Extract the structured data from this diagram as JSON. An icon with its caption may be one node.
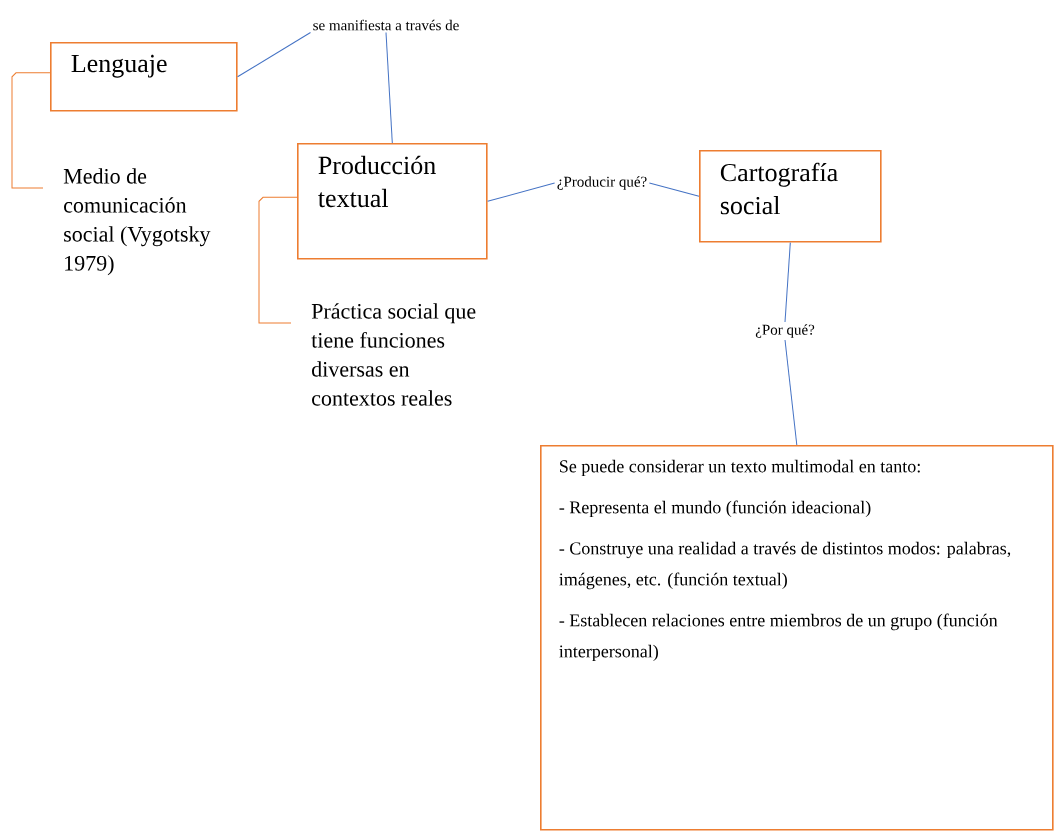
{
  "diagram": {
    "nodes": [
      {
        "text": [
          "Lenguaje"
        ]
      },
      {
        "text": [
          "se manifiesta a través de"
        ]
      },
      {
        "text": [
          "Producción textual"
        ]
      },
      {
        "text": [
          "¿Producir qué?"
        ]
      },
      {
        "text": [
          "Cartografía social"
        ]
      },
      {
        "text": [
          "¿Por qué?"
        ]
      },
      {
        "text": [
          "Se puede considerar un texto multimodal en tanto:",
          "- Representa el mundo (función ideacional)",
          "- Construye una realidad a través de distintos modos: palabras, imágenes, etc. (función textual)",
          "- Establecen relaciones entre miembros de un grupo (función interpersonal)"
        ]
      },
      {
        "text": [
          "Medio de comunicación social (Vygotsky 1979)"
        ]
      },
      {
        "text": [
          "Práctica social que tiene funciones diversas en contextos reales"
        ]
      }
    ],
    "edges": [
      {
        "from": 0,
        "to": 1,
        "arrow": "none"
      },
      {
        "from": 1,
        "to": 2,
        "arrow": "none"
      },
      {
        "from": 2,
        "to": 3,
        "arrow": "none"
      },
      {
        "from": 3,
        "to": 4,
        "arrow": "none"
      },
      {
        "from": 4,
        "to": 5,
        "arrow": "none"
      },
      {
        "from": 5,
        "to": 6,
        "arrow": "none"
      },
      {
        "from": 0,
        "to": 7,
        "arrow": "none",
        "color": "#ed7d31"
      },
      {
        "from": 2,
        "to": 8,
        "arrow": "none",
        "color": "#ed7d31"
      }
    ]
  }
}
